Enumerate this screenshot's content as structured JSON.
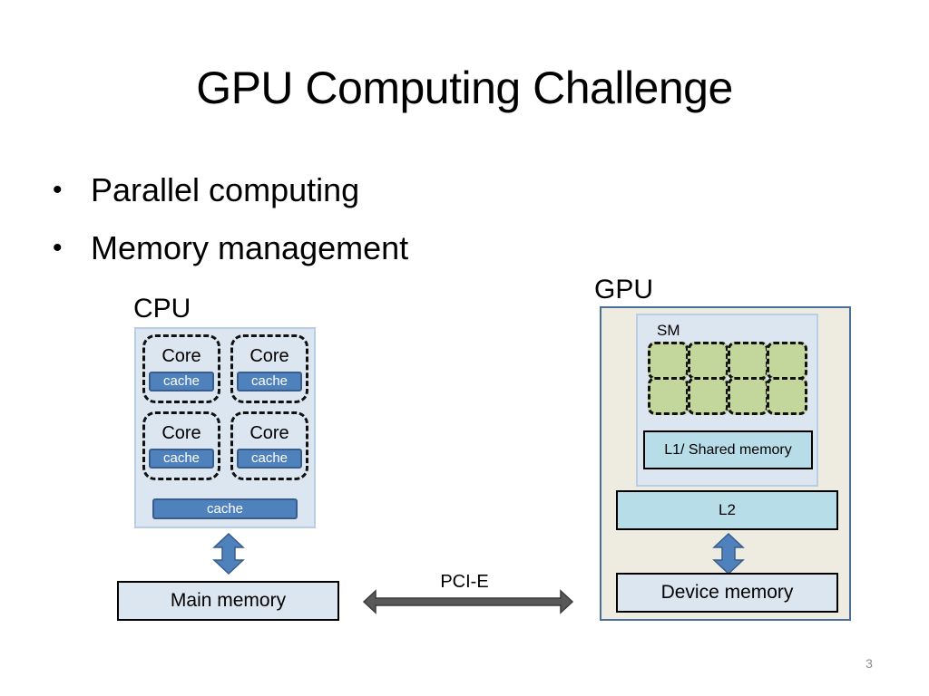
{
  "slide": {
    "title": "GPU Computing Challenge",
    "bullets": [
      "Parallel computing",
      "Memory management"
    ],
    "page_number": "3"
  },
  "diagram": {
    "cpu": {
      "label": "CPU",
      "cores": [
        {
          "label": "Core",
          "cache": "cache"
        },
        {
          "label": "Core",
          "cache": "cache"
        },
        {
          "label": "Core",
          "cache": "cache"
        },
        {
          "label": "Core",
          "cache": "cache"
        }
      ],
      "shared_cache": "cache",
      "memory": "Main memory"
    },
    "interconnect": {
      "label": "PCI-E"
    },
    "gpu": {
      "label": "GPU",
      "sm_label": "SM",
      "sm_cell_count": 8,
      "l1": "L1/ Shared memory",
      "l2": "L2",
      "memory": "Device memory"
    },
    "colors": {
      "cache_blue": "#4f81bd",
      "frame_light_blue": "#dce6f1",
      "gpu_background": "#eeece1",
      "sm_cell_green": "#c3d69b",
      "l1_l2_cyan": "#b7dde8",
      "pcie_arrow_gray": "#595959",
      "arrow_blue": "#4f81bd"
    }
  }
}
